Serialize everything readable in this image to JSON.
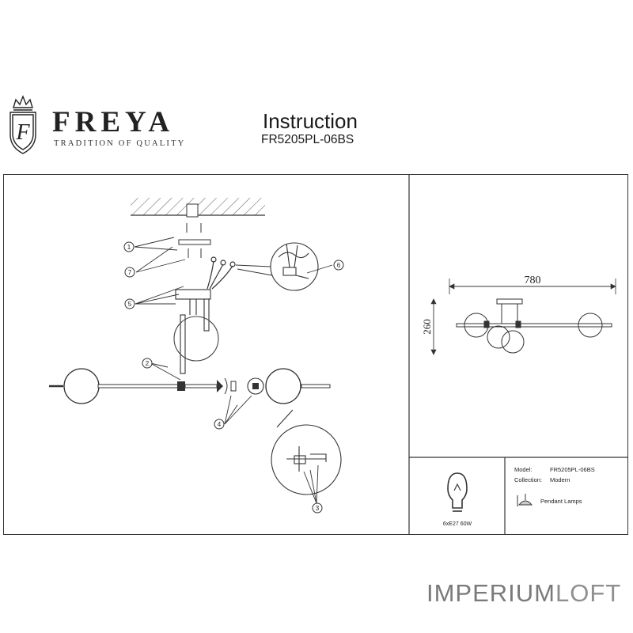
{
  "brand": {
    "name": "FREYA",
    "tagline": "TRADITION OF QUALITY"
  },
  "header": {
    "title": "Instruction",
    "model": "FR5205PL-06BS"
  },
  "dimensions": {
    "width": "780",
    "height": "260"
  },
  "callouts": [
    "1",
    "7",
    "5",
    "2",
    "4",
    "6",
    "3"
  ],
  "bulb": {
    "spec": "6xE27 60W"
  },
  "info": {
    "model_label": "Model:",
    "model_value": "FR5205PL-06BS",
    "collection_label": "Collection:",
    "collection_value": "Modern",
    "type_label": "Pendant Lamps"
  },
  "watermark": {
    "part1": "IMPERIUM",
    "part2": "LOFT"
  }
}
